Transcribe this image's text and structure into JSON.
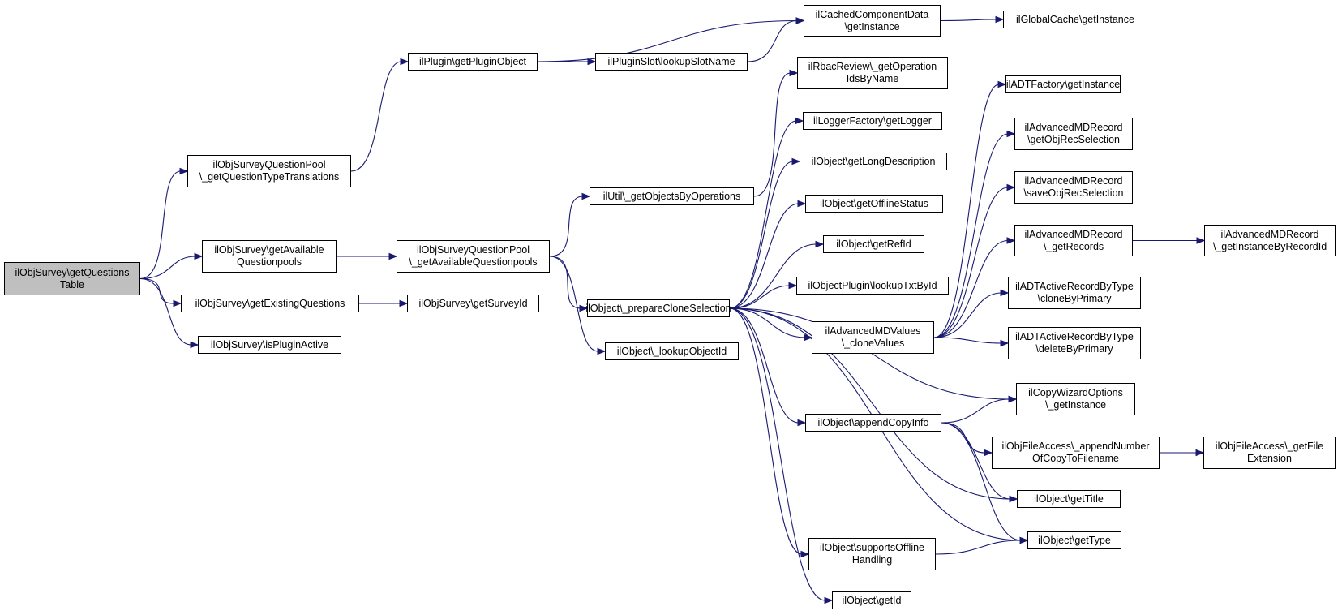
{
  "colors": {
    "edge": "#191970",
    "root_fill": "#bfbfbf",
    "node_fill": "#ffffff",
    "border": "#000000"
  },
  "nodes": [
    {
      "id": "root",
      "lines": [
        "ilObjSurvey\\getQuestions",
        "Table"
      ],
      "root": true
    },
    {
      "id": "qtypes",
      "lines": [
        "ilObjSurveyQuestionPool",
        "\\_getQuestionTypeTranslations"
      ]
    },
    {
      "id": "availqp",
      "lines": [
        "ilObjSurvey\\getAvailable",
        "Questionpools"
      ]
    },
    {
      "id": "existq",
      "lines": [
        "ilObjSurvey\\getExistingQuestions"
      ]
    },
    {
      "id": "pluginactive",
      "lines": [
        "ilObjSurvey\\isPluginActive"
      ]
    },
    {
      "id": "pluginobj",
      "lines": [
        "ilPlugin\\getPluginObject"
      ]
    },
    {
      "id": "qpavail",
      "lines": [
        "ilObjSurveyQuestionPool",
        "\\_getAvailableQuestionpools"
      ]
    },
    {
      "id": "surveyid",
      "lines": [
        "ilObjSurvey\\getSurveyId"
      ]
    },
    {
      "id": "cached",
      "lines": [
        "ilCachedComponentData",
        "\\getInstance"
      ]
    },
    {
      "id": "slot",
      "lines": [
        "ilPluginSlot\\lookupSlotName"
      ]
    },
    {
      "id": "globalcache",
      "lines": [
        "ilGlobalCache\\getInstance"
      ]
    },
    {
      "id": "objbyops",
      "lines": [
        "ilUtil\\_getObjectsByOperations"
      ]
    },
    {
      "id": "clonesel",
      "lines": [
        "ilObject\\_prepareCloneSelection"
      ]
    },
    {
      "id": "lookupobj",
      "lines": [
        "ilObject\\_lookupObjectId"
      ]
    },
    {
      "id": "rbac",
      "lines": [
        "ilRbacReview\\_getOperation",
        "IdsByName"
      ]
    },
    {
      "id": "logger",
      "lines": [
        "ilLoggerFactory\\getLogger"
      ]
    },
    {
      "id": "longdesc",
      "lines": [
        "ilObject\\getLongDescription"
      ]
    },
    {
      "id": "offline",
      "lines": [
        "ilObject\\getOfflineStatus"
      ]
    },
    {
      "id": "refid",
      "lines": [
        "ilObject\\getRefId"
      ]
    },
    {
      "id": "txtbyid",
      "lines": [
        "ilObjectPlugin\\lookupTxtById"
      ]
    },
    {
      "id": "advvalues",
      "lines": [
        "ilAdvancedMDValues",
        "\\_cloneValues"
      ]
    },
    {
      "id": "appendcopy",
      "lines": [
        "ilObject\\appendCopyInfo"
      ]
    },
    {
      "id": "supoffline",
      "lines": [
        "ilObject\\supportsOffline",
        "Handling"
      ]
    },
    {
      "id": "getid",
      "lines": [
        "ilObject\\getId"
      ]
    },
    {
      "id": "adtfactory",
      "lines": [
        "ilADTFactory\\getInstance"
      ]
    },
    {
      "id": "objrecsel",
      "lines": [
        "ilAdvancedMDRecord",
        "\\getObjRecSelection"
      ]
    },
    {
      "id": "saverecsel",
      "lines": [
        "ilAdvancedMDRecord",
        "\\saveObjRecSelection"
      ]
    },
    {
      "id": "getrecords",
      "lines": [
        "ilAdvancedMDRecord",
        "\\_getRecords"
      ]
    },
    {
      "id": "clonebyprim",
      "lines": [
        "ilADTActiveRecordByType",
        "\\cloneByPrimary"
      ]
    },
    {
      "id": "deletebyprim",
      "lines": [
        "ilADTActiveRecordByType",
        "\\deleteByPrimary"
      ]
    },
    {
      "id": "copywizard",
      "lines": [
        "ilCopyWizardOptions",
        "\\_getInstance"
      ]
    },
    {
      "id": "appendnum",
      "lines": [
        "ilObjFileAccess\\_appendNumber",
        "OfCopyToFilename"
      ]
    },
    {
      "id": "gettitle",
      "lines": [
        "ilObject\\getTitle"
      ]
    },
    {
      "id": "gettype",
      "lines": [
        "ilObject\\getType"
      ]
    },
    {
      "id": "recbyid",
      "lines": [
        "ilAdvancedMDRecord",
        "\\_getInstanceByRecordId"
      ]
    },
    {
      "id": "fileext",
      "lines": [
        "ilObjFileAccess\\_getFile",
        "Extension"
      ]
    }
  ],
  "edges": [
    [
      "root",
      "qtypes"
    ],
    [
      "root",
      "availqp"
    ],
    [
      "root",
      "existq"
    ],
    [
      "root",
      "pluginactive"
    ],
    [
      "qtypes",
      "pluginobj"
    ],
    [
      "pluginobj",
      "cached"
    ],
    [
      "pluginobj",
      "slot"
    ],
    [
      "slot",
      "cached"
    ],
    [
      "cached",
      "globalcache"
    ],
    [
      "availqp",
      "qpavail"
    ],
    [
      "existq",
      "surveyid"
    ],
    [
      "qpavail",
      "objbyops"
    ],
    [
      "qpavail",
      "clonesel"
    ],
    [
      "qpavail",
      "lookupobj"
    ],
    [
      "objbyops",
      "rbac"
    ],
    [
      "clonesel",
      "logger"
    ],
    [
      "clonesel",
      "longdesc"
    ],
    [
      "clonesel",
      "offline"
    ],
    [
      "clonesel",
      "refid"
    ],
    [
      "clonesel",
      "txtbyid"
    ],
    [
      "clonesel",
      "advvalues"
    ],
    [
      "clonesel",
      "copywizard"
    ],
    [
      "clonesel",
      "appendcopy"
    ],
    [
      "clonesel",
      "gettitle"
    ],
    [
      "clonesel",
      "gettype"
    ],
    [
      "clonesel",
      "supoffline"
    ],
    [
      "clonesel",
      "getid"
    ],
    [
      "advvalues",
      "adtfactory"
    ],
    [
      "advvalues",
      "objrecsel"
    ],
    [
      "advvalues",
      "saverecsel"
    ],
    [
      "advvalues",
      "getrecords"
    ],
    [
      "advvalues",
      "clonebyprim"
    ],
    [
      "advvalues",
      "deletebyprim"
    ],
    [
      "getrecords",
      "recbyid"
    ],
    [
      "appendcopy",
      "copywizard"
    ],
    [
      "appendcopy",
      "appendnum"
    ],
    [
      "appendcopy",
      "gettitle"
    ],
    [
      "appendcopy",
      "gettype"
    ],
    [
      "appendnum",
      "fileext"
    ],
    [
      "supoffline",
      "gettype"
    ]
  ]
}
